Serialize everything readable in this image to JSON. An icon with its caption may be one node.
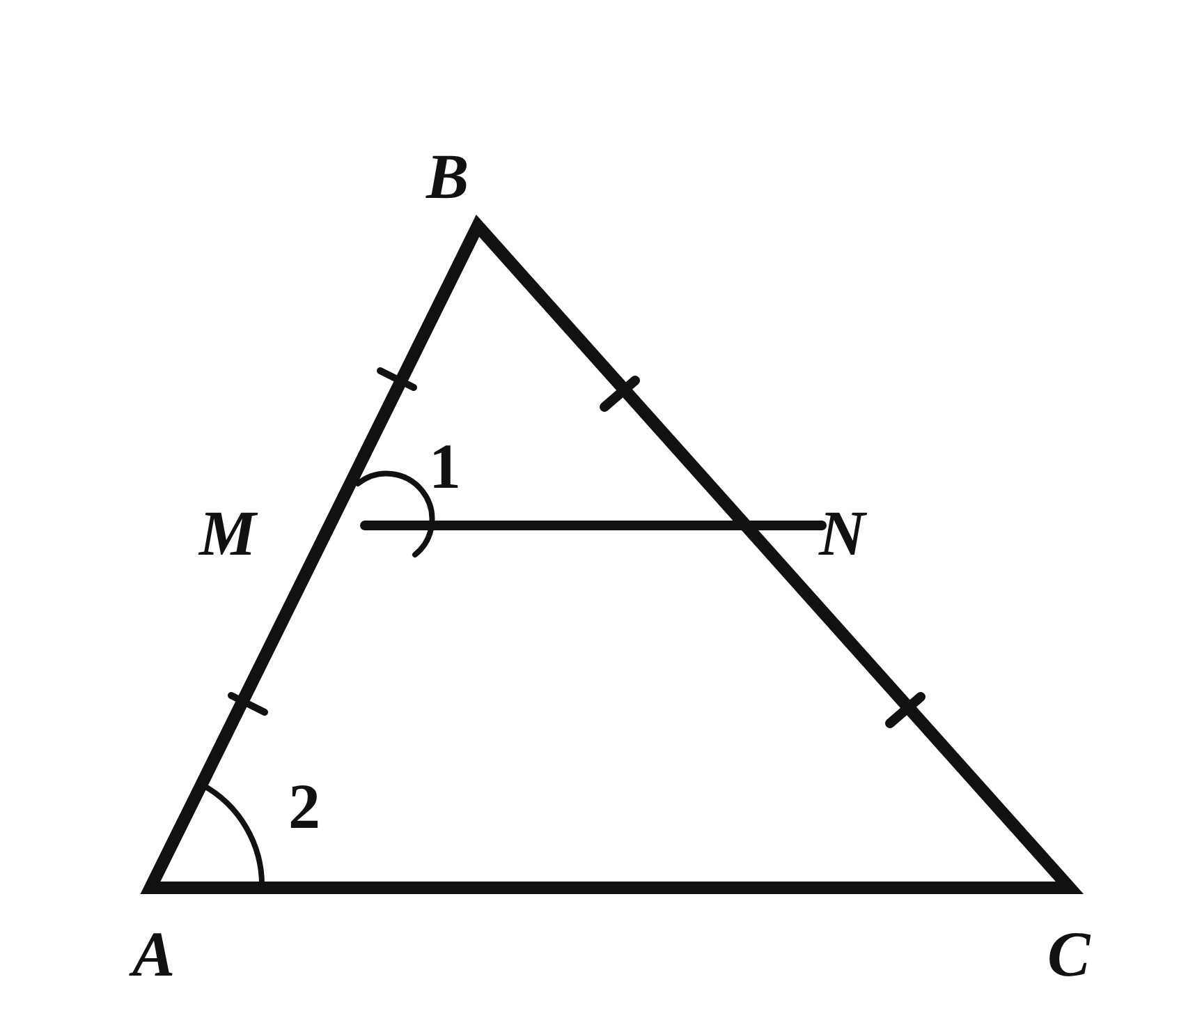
{
  "diagram": {
    "labels": [
      "B",
      "1",
      "M",
      "N",
      "2",
      "A",
      "C"
    ]
  }
}
